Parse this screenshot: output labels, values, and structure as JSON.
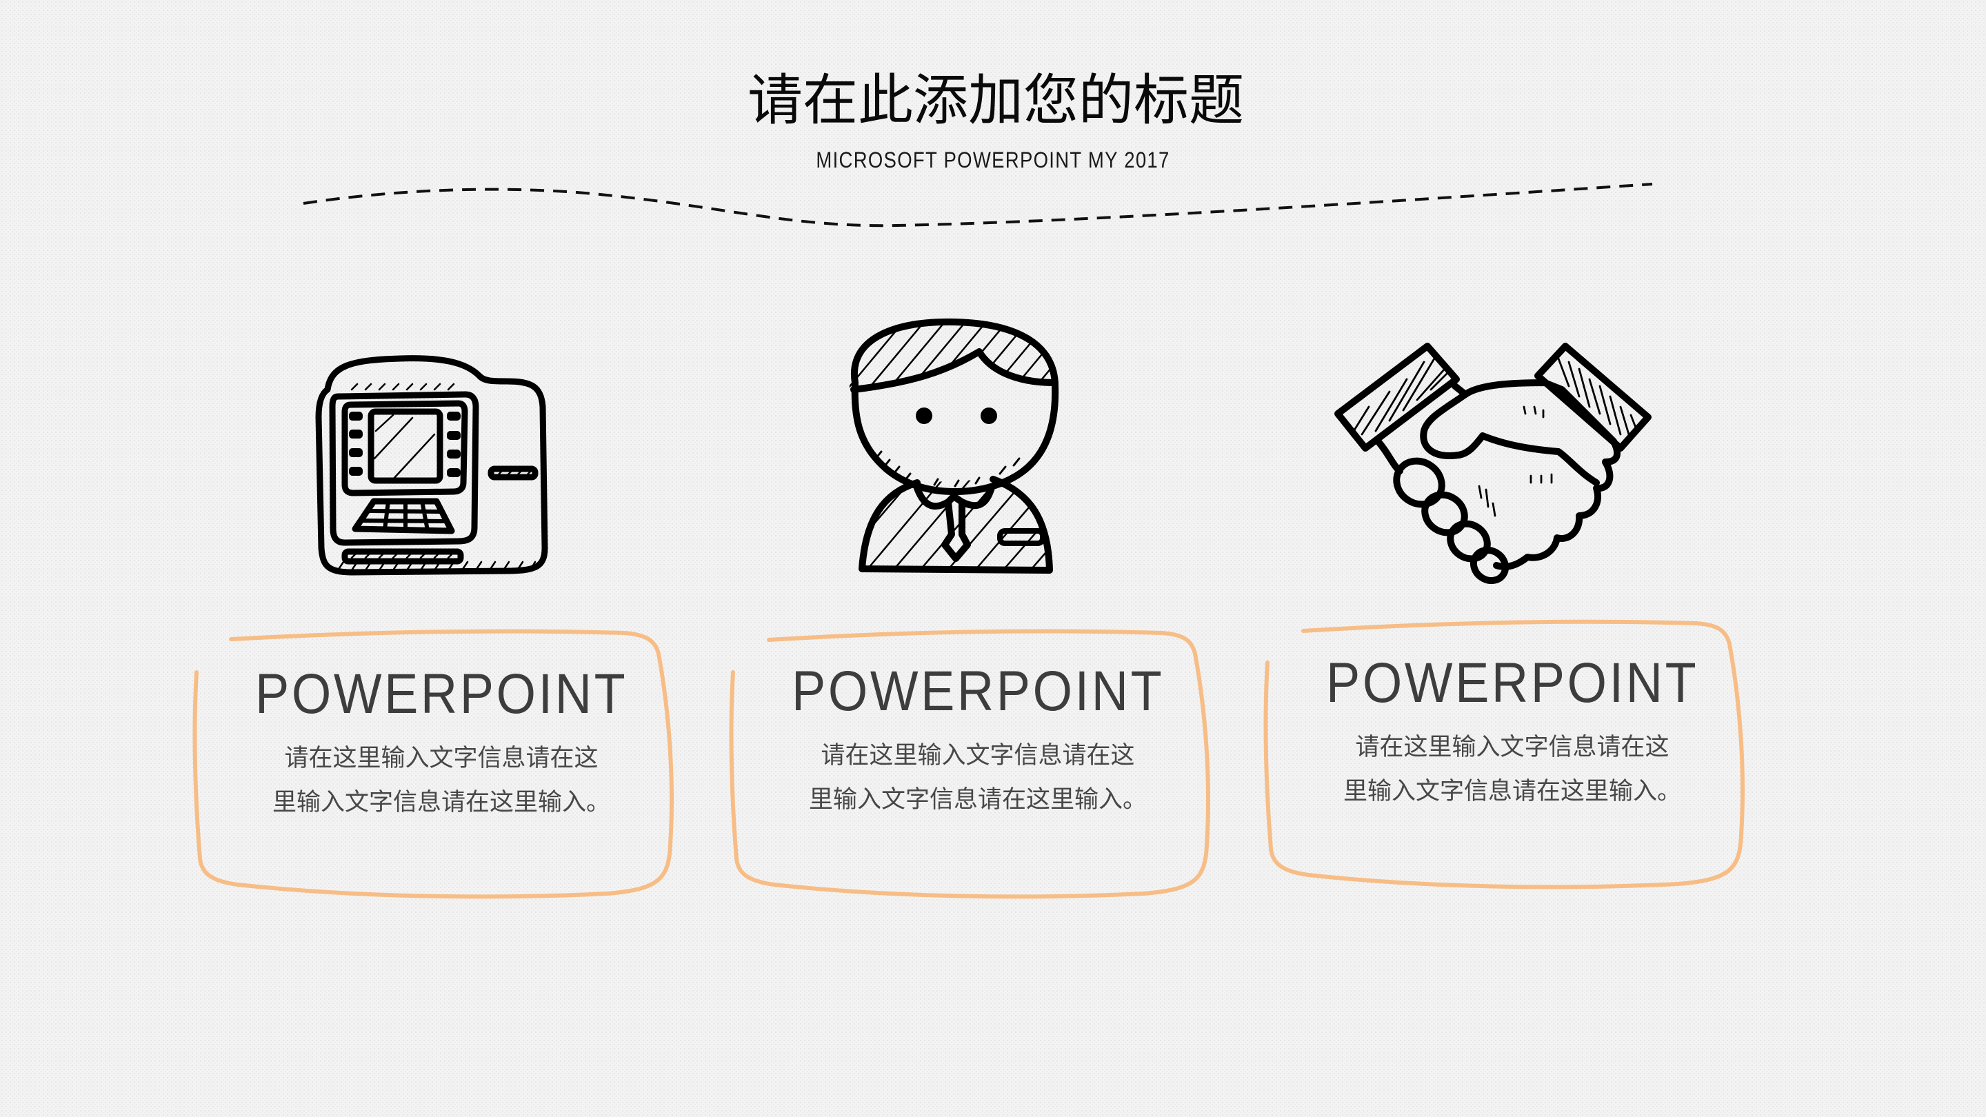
{
  "slide": {
    "title": "请在此添加您的标题",
    "subtitle": "MICROSOFT POWERPOINT MY 2017",
    "colors": {
      "background": "#f3f3f3",
      "title_text": "#0a0a0a",
      "divider": "#111111",
      "card_border": "#f7bd86",
      "card_heading": "#3d3d3d",
      "card_body": "#474747",
      "icon_stroke": "#000000"
    },
    "icons": [
      {
        "name": "atm-machine-icon"
      },
      {
        "name": "businessman-icon"
      },
      {
        "name": "handshake-icon"
      }
    ],
    "cards": [
      {
        "heading": "POWERPOINT",
        "body_line1": "请在这里输入文字信息请在这",
        "body_line2": "里输入文字信息请在这里输入。"
      },
      {
        "heading": "POWERPOINT",
        "body_line1": "请在这里输入文字信息请在这",
        "body_line2": "里输入文字信息请在这里输入。"
      },
      {
        "heading": "POWERPOINT",
        "body_line1": "请在这里输入文字信息请在这",
        "body_line2": "里输入文字信息请在这里输入。"
      }
    ]
  }
}
